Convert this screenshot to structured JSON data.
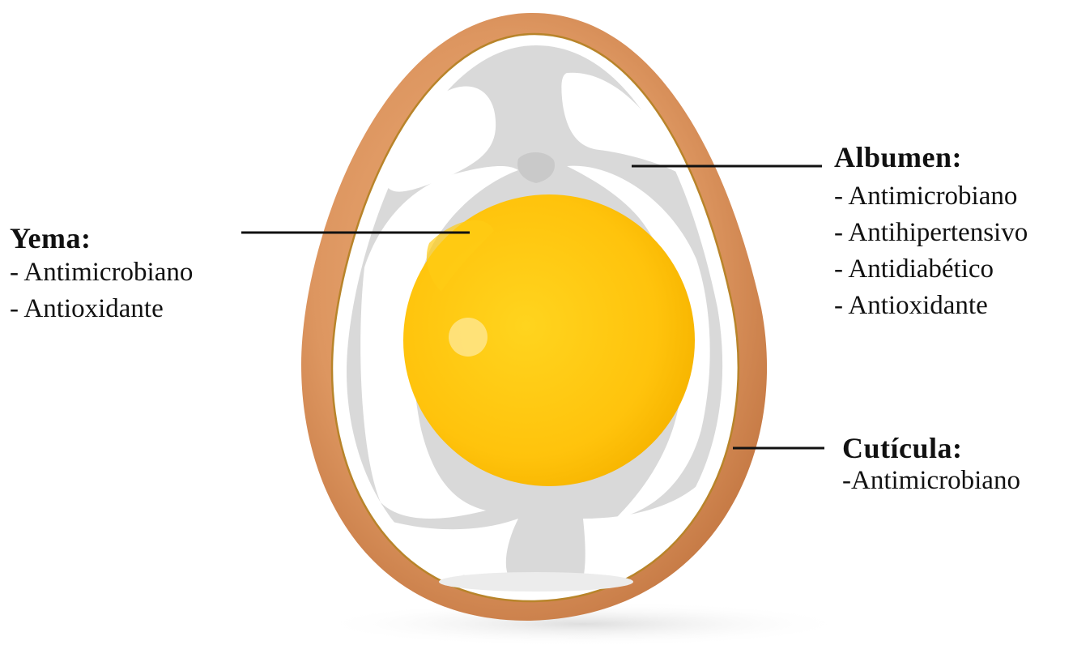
{
  "colors": {
    "shell": "#d9935e",
    "shell_inner_line": "#b8842a",
    "albumen_structure": "#d9d9d9",
    "egg_white": "#ffffff",
    "yolk": "#ffc20e",
    "yolk_core": "#ffd21a",
    "leader_line": "#111111"
  },
  "labels": {
    "yema": {
      "title": "Yema:",
      "items": [
        "- Antimicrobiano",
        "- Antioxidante"
      ]
    },
    "albumen": {
      "title": "Albumen:",
      "items": [
        "- Antimicrobiano",
        "- Antihipertensivo",
        "- Antidiabético",
        "- Antioxidante"
      ]
    },
    "cuticula": {
      "title": "Cutícula:",
      "items": [
        "-Antimicrobiano"
      ]
    }
  }
}
